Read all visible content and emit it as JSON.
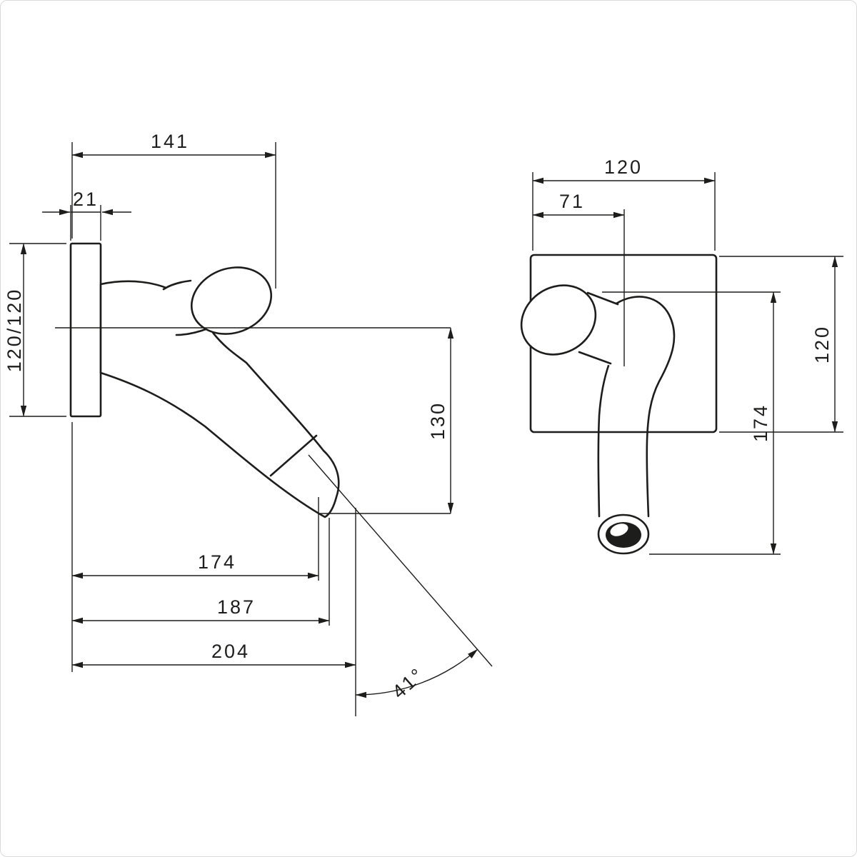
{
  "colors": {
    "line": "#1d1d1b",
    "background": "#ffffff",
    "border": "#d9d9d9"
  },
  "side_view": {
    "dims": {
      "width_to_handle": "141",
      "plate_depth": "21",
      "plate_size": "120/120",
      "drop_to_outlet": "130",
      "reach_1": "174",
      "reach_2": "187",
      "reach_3": "204",
      "outlet_angle": "41°"
    }
  },
  "front_view": {
    "dims": {
      "plate_width": "120",
      "handle_offset": "71",
      "plate_height": "120",
      "overall_height": "174"
    }
  }
}
